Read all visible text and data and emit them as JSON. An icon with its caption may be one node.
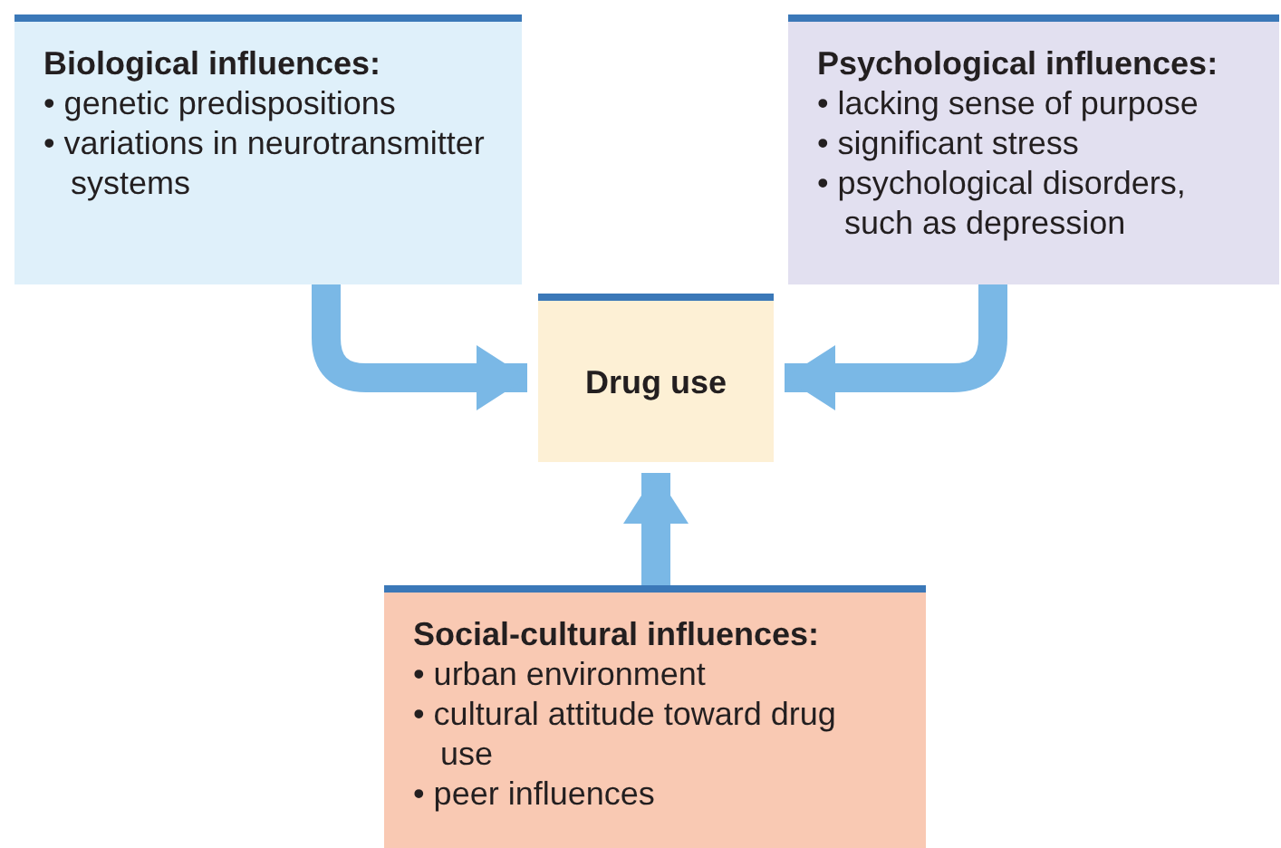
{
  "diagram": {
    "nodes": [
      {
        "text": [
          "Biological influences:",
          "• genetic predispositions",
          "• variations in neurotransmitter systems"
        ]
      },
      {
        "text": [
          "Psychological influences:",
          "• lacking sense of purpose",
          "• significant stress",
          "• psychological disorders, such as depression"
        ]
      },
      {
        "text": [
          "Drug use"
        ]
      },
      {
        "text": [
          "Social-cultural influences:",
          "• urban environment",
          "• cultural attitude toward drug use",
          "• peer influences"
        ]
      }
    ],
    "edges": [
      {
        "from": 0,
        "to": 2,
        "arrow": "to"
      },
      {
        "from": 1,
        "to": 2,
        "arrow": "to"
      },
      {
        "from": 3,
        "to": 2,
        "arrow": "to"
      }
    ]
  }
}
